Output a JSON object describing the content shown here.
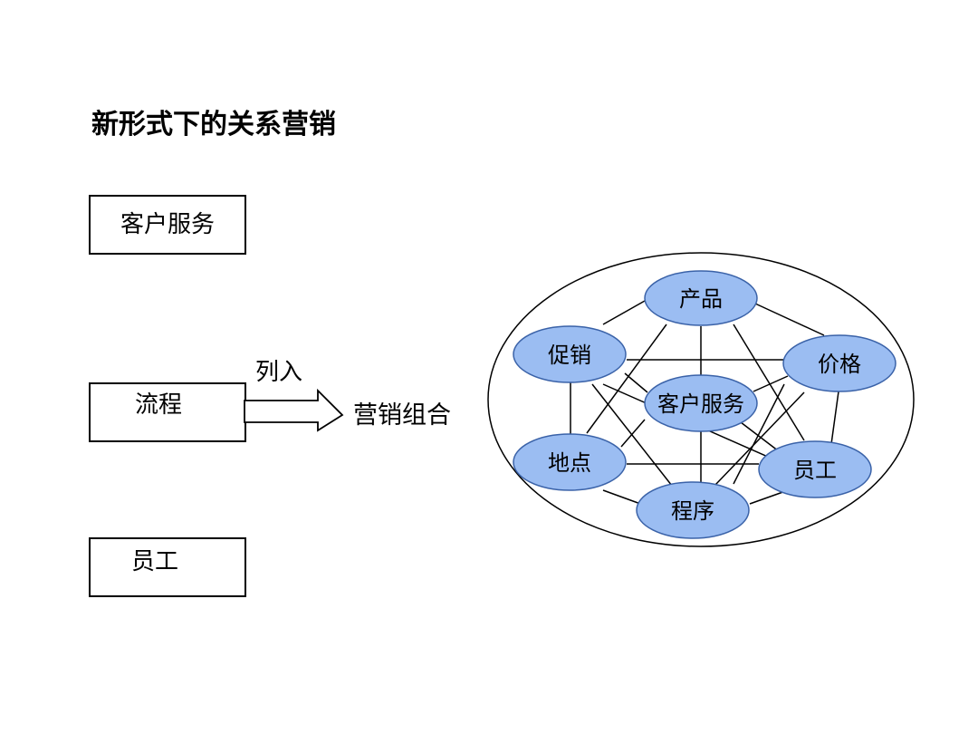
{
  "title": "新形式下的关系营销",
  "left_boxes": {
    "customer_service": "客户服务",
    "process": "流程",
    "staff": "员工"
  },
  "arrow_label": "列入",
  "arrow_target": "营销组合",
  "network": {
    "colors": {
      "node_fill": "#9BBDF2",
      "node_stroke": "#3A62A8",
      "line": "#000000"
    },
    "nodes": [
      {
        "id": "product",
        "label": "产品"
      },
      {
        "id": "promotion",
        "label": "促销"
      },
      {
        "id": "price",
        "label": "价格"
      },
      {
        "id": "center",
        "label": "客户服务"
      },
      {
        "id": "place",
        "label": "地点"
      },
      {
        "id": "staff",
        "label": "员工"
      },
      {
        "id": "process",
        "label": "程序"
      }
    ]
  }
}
